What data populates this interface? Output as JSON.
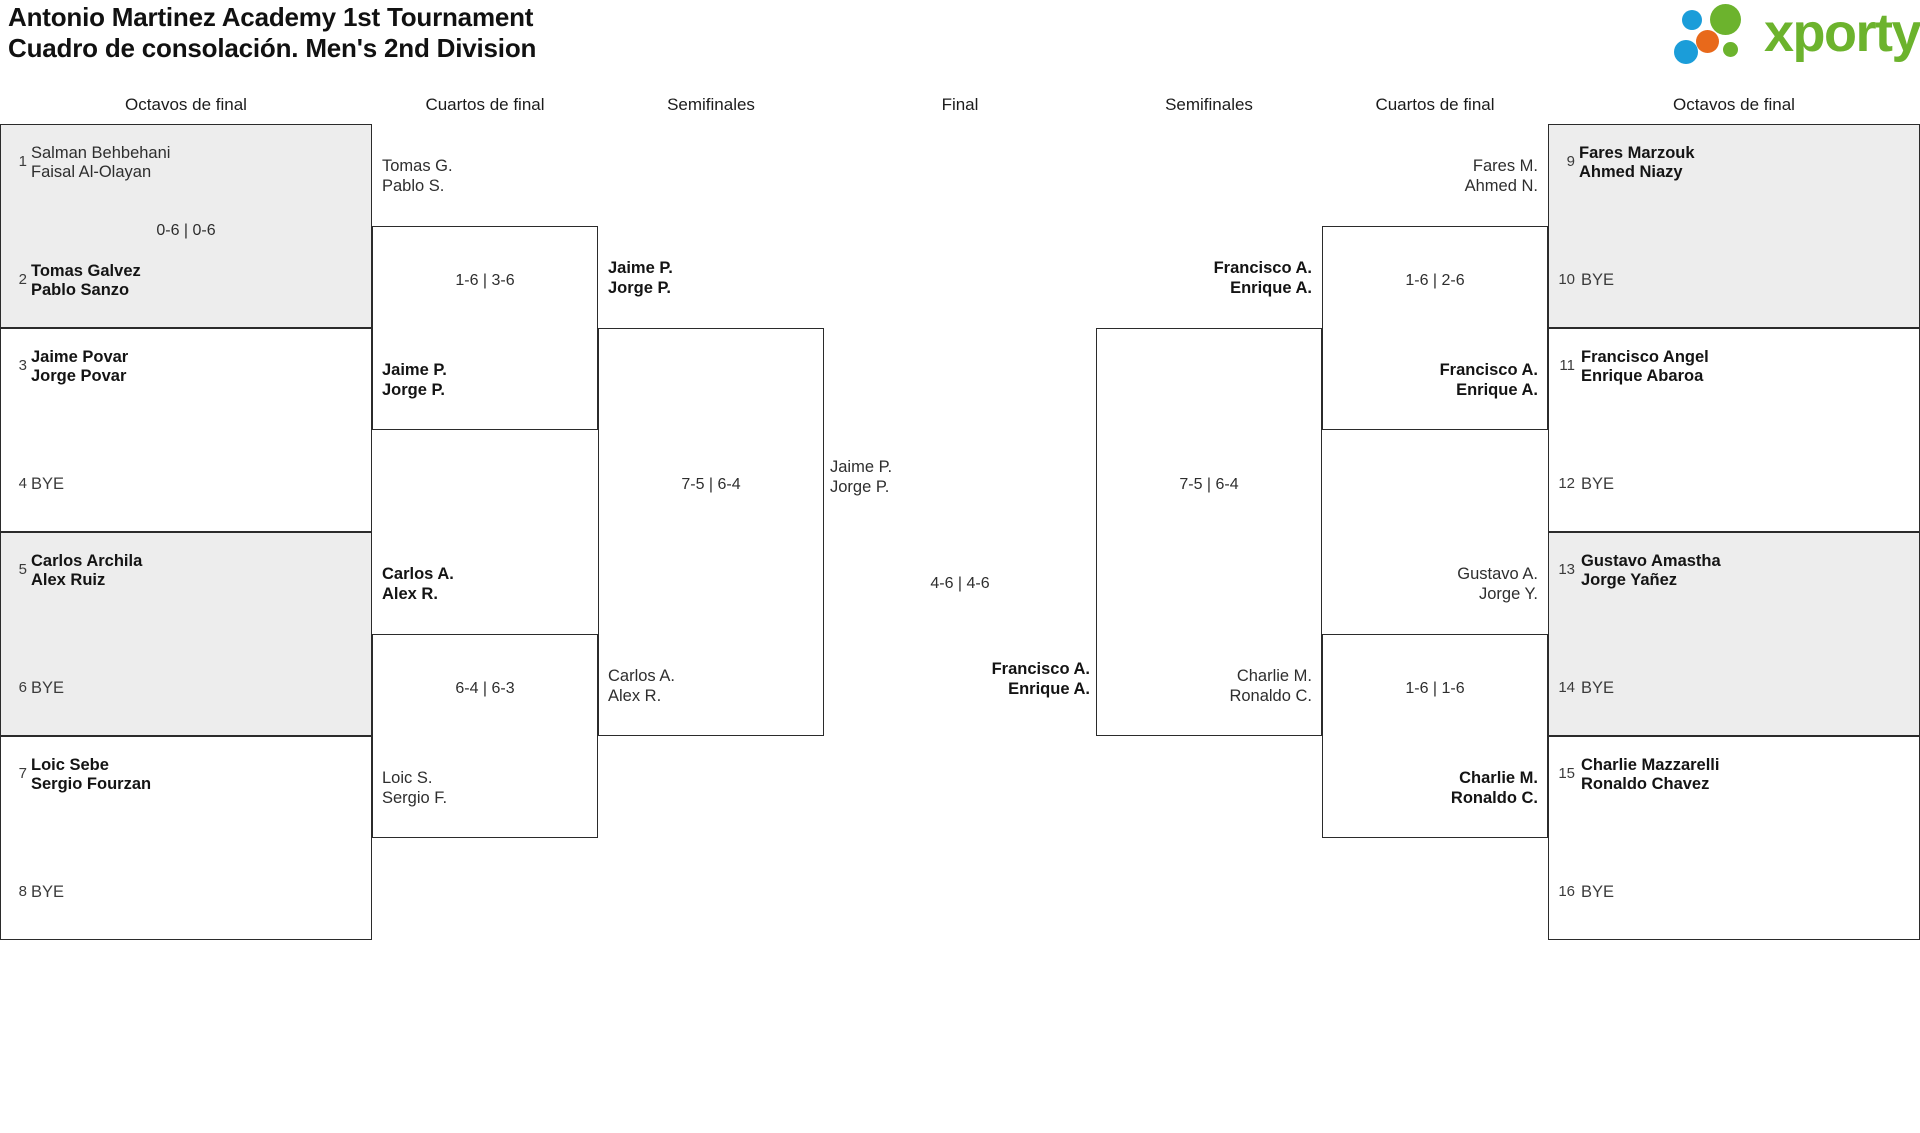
{
  "header": {
    "title_line1": "Antonio Martinez Academy 1st Tournament",
    "title_line2": "Cuadro de consolación. Men's 2nd Division",
    "logo_text": "xporty",
    "logo_colors": {
      "green": "#6cb32d",
      "blue": "#1b9dd9",
      "orange": "#e8691b"
    }
  },
  "round_headers": {
    "left_r16": "Octavos de final",
    "left_qf": "Cuartos de final",
    "left_sf": "Semifinales",
    "final": "Final",
    "right_sf": "Semifinales",
    "right_qf": "Cuartos de final",
    "right_r16": "Octavos de final"
  },
  "labels": {
    "bye": "BYE"
  },
  "left": {
    "r16": [
      {
        "seed": "1",
        "p1": "Salman Behbehani",
        "p2": "Faisal Al-Olayan",
        "winner": false,
        "bye": false,
        "shaded": true
      },
      {
        "seed": "2",
        "p1": "Tomas Galvez",
        "p2": "Pablo Sanzo",
        "winner": true,
        "bye": false,
        "shaded": true
      },
      {
        "seed": "3",
        "p1": "Jaime Povar",
        "p2": "Jorge Povar",
        "winner": true,
        "bye": false,
        "shaded": false
      },
      {
        "seed": "4",
        "p1": "BYE",
        "p2": "",
        "winner": false,
        "bye": true,
        "shaded": false
      },
      {
        "seed": "5",
        "p1": "Carlos Archila",
        "p2": "Alex Ruiz",
        "winner": true,
        "bye": false,
        "shaded": true
      },
      {
        "seed": "6",
        "p1": "BYE",
        "p2": "",
        "winner": false,
        "bye": true,
        "shaded": true
      },
      {
        "seed": "7",
        "p1": "Loic Sebe",
        "p2": "Sergio Fourzan",
        "winner": true,
        "bye": false,
        "shaded": false
      },
      {
        "seed": "8",
        "p1": "BYE",
        "p2": "",
        "winner": false,
        "bye": true,
        "shaded": false
      }
    ],
    "qf": [
      {
        "top_p1": "Tomas G.",
        "top_p2": "Pablo S.",
        "top_win": false,
        "bot_p1": "Jaime P.",
        "bot_p2": "Jorge P.",
        "bot_win": true,
        "score": "1-6 | 3-6"
      },
      {
        "top_p1": "Carlos A.",
        "top_p2": "Alex R.",
        "top_win": true,
        "bot_p1": "Loic S.",
        "bot_p2": "Sergio F.",
        "bot_win": false,
        "score": "6-4 | 6-3"
      }
    ],
    "sf": [
      {
        "top_p1": "Jaime P.",
        "top_p2": "Jorge P.",
        "top_win": true,
        "bot_p1": "Carlos A.",
        "bot_p2": "Alex R.",
        "bot_win": false,
        "score": "7-5 | 6-4"
      }
    ]
  },
  "final": {
    "top_p1": "Jaime P.",
    "top_p2": "Jorge P.",
    "top_win": false,
    "bot_p1": "Francisco A.",
    "bot_p2": "Enrique A.",
    "bot_win": true,
    "score": "4-6 | 4-6"
  },
  "right": {
    "r16": [
      {
        "seed": "9",
        "p1": "Fares Marzouk",
        "p2": "Ahmed Niazy",
        "winner": true,
        "bye": false,
        "shaded": true
      },
      {
        "seed": "10",
        "p1": "BYE",
        "p2": "",
        "winner": false,
        "bye": true,
        "shaded": true
      },
      {
        "seed": "11",
        "p1": "Francisco Angel",
        "p2": "Enrique Abaroa",
        "winner": true,
        "bye": false,
        "shaded": false
      },
      {
        "seed": "12",
        "p1": "BYE",
        "p2": "",
        "winner": false,
        "bye": true,
        "shaded": false
      },
      {
        "seed": "13",
        "p1": "Gustavo Amastha",
        "p2": "Jorge Yañez",
        "winner": true,
        "bye": false,
        "shaded": true
      },
      {
        "seed": "14",
        "p1": "BYE",
        "p2": "",
        "winner": false,
        "bye": true,
        "shaded": true
      },
      {
        "seed": "15",
        "p1": "Charlie Mazzarelli",
        "p2": "Ronaldo Chavez",
        "winner": true,
        "bye": false,
        "shaded": false
      },
      {
        "seed": "16",
        "p1": "BYE",
        "p2": "",
        "winner": false,
        "bye": true,
        "shaded": false
      }
    ],
    "qf": [
      {
        "top_p1": "Fares M.",
        "top_p2": "Ahmed N.",
        "top_win": false,
        "bot_p1": "Francisco A.",
        "bot_p2": "Enrique A.",
        "bot_win": true,
        "score": "1-6 | 2-6"
      },
      {
        "top_p1": "Gustavo A.",
        "top_p2": "Jorge Y.",
        "top_win": false,
        "bot_p1": "Charlie M.",
        "bot_p2": "Ronaldo C.",
        "bot_win": true,
        "score": "1-6 | 1-6"
      }
    ],
    "sf": [
      {
        "top_p1": "Francisco A.",
        "top_p2": "Enrique A.",
        "top_win": true,
        "bot_p1": "Charlie M.",
        "bot_p2": "Ronaldo C.",
        "bot_win": false,
        "score": "7-5 | 6-4"
      }
    ]
  }
}
